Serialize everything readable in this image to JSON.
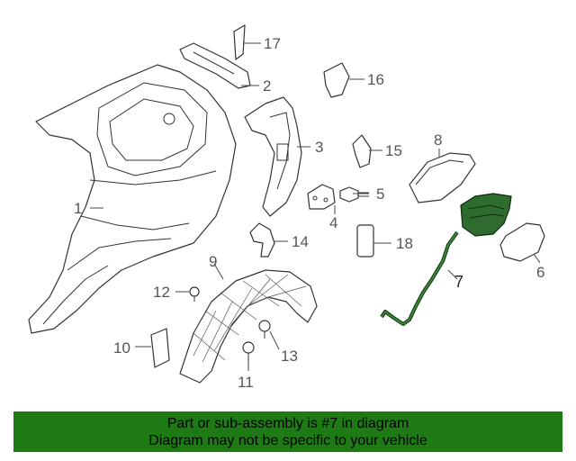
{
  "callouts": {
    "c1": "1",
    "c2": "2",
    "c3": "3",
    "c4": "4",
    "c5": "5",
    "c6": "6",
    "c7": "7",
    "c8": "8",
    "c9": "9",
    "c10": "10",
    "c11": "11",
    "c12": "12",
    "c13": "13",
    "c14": "14",
    "c15": "15",
    "c16": "16",
    "c17": "17",
    "c18": "18"
  },
  "highlighted_part": "7",
  "colors": {
    "highlight": "#2f6b2f",
    "banner": "#1e7a14"
  },
  "banner": {
    "line1": "Part or sub-assembly is #7 in diagram",
    "line2": "Diagram may not be specific to your vehicle"
  }
}
